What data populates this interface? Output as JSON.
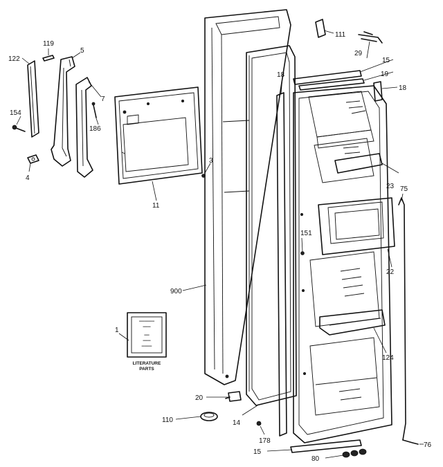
{
  "callouts": {
    "c122": "122",
    "c119": "119",
    "c5": "5",
    "c154": "154",
    "c4": "4",
    "c7": "7",
    "c186": "186",
    "c3": "3",
    "c11": "11",
    "c111": "111",
    "c29": "29",
    "c15_top": "15",
    "c19": "19",
    "c18_right": "18",
    "c18_mid": "18",
    "c23": "23",
    "c75": "75",
    "c151": "151",
    "c22": "22",
    "c900": "900",
    "c124": "124",
    "c1": "1",
    "c20": "20",
    "c110": "110",
    "c14": "14",
    "c178": "178",
    "c15_bottom": "15",
    "c80": "80",
    "c76": "76"
  },
  "literature": {
    "label_line1": "LITERATURE",
    "label_line2": "PARTS"
  }
}
